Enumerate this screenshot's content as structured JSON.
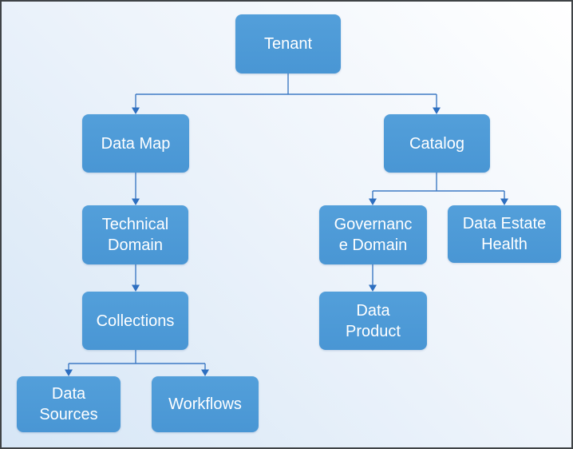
{
  "diagram": {
    "type": "hierarchy-tree",
    "nodes": [
      {
        "id": "tenant",
        "label": "Tenant",
        "lines": [
          "Tenant"
        ],
        "parent": null
      },
      {
        "id": "data-map",
        "label": "Data Map",
        "lines": [
          "Data Map"
        ],
        "parent": "tenant"
      },
      {
        "id": "catalog",
        "label": "Catalog",
        "lines": [
          "Catalog"
        ],
        "parent": "tenant"
      },
      {
        "id": "technical-domain",
        "label": "Technical Domain",
        "lines": [
          "Technical",
          "Domain"
        ],
        "parent": "data-map"
      },
      {
        "id": "governance-domain",
        "label": "Governance Domain",
        "lines": [
          "Governanc",
          "e Domain"
        ],
        "parent": "catalog"
      },
      {
        "id": "data-estate-health",
        "label": "Data Estate Health",
        "lines": [
          "Data Estate",
          "Health"
        ],
        "parent": "catalog"
      },
      {
        "id": "collections",
        "label": "Collections",
        "lines": [
          "Collections"
        ],
        "parent": "technical-domain"
      },
      {
        "id": "data-product",
        "label": "Data Product",
        "lines": [
          "Data",
          "Product"
        ],
        "parent": "governance-domain"
      },
      {
        "id": "data-sources",
        "label": "Data Sources",
        "lines": [
          "Data",
          "Sources"
        ],
        "parent": "collections"
      },
      {
        "id": "workflows",
        "label": "Workflows",
        "lines": [
          "Workflows"
        ],
        "parent": "collections"
      }
    ],
    "colors": {
      "node_fill": "#4B99D6",
      "node_text": "#FFFFFF",
      "connector_line": "#3E7AC4",
      "arrowhead": "#2E6FC0",
      "background_top_right": "#FEFEFE",
      "background_bottom_left": "#D6E6F6",
      "frame_border": "#3F4346"
    }
  }
}
